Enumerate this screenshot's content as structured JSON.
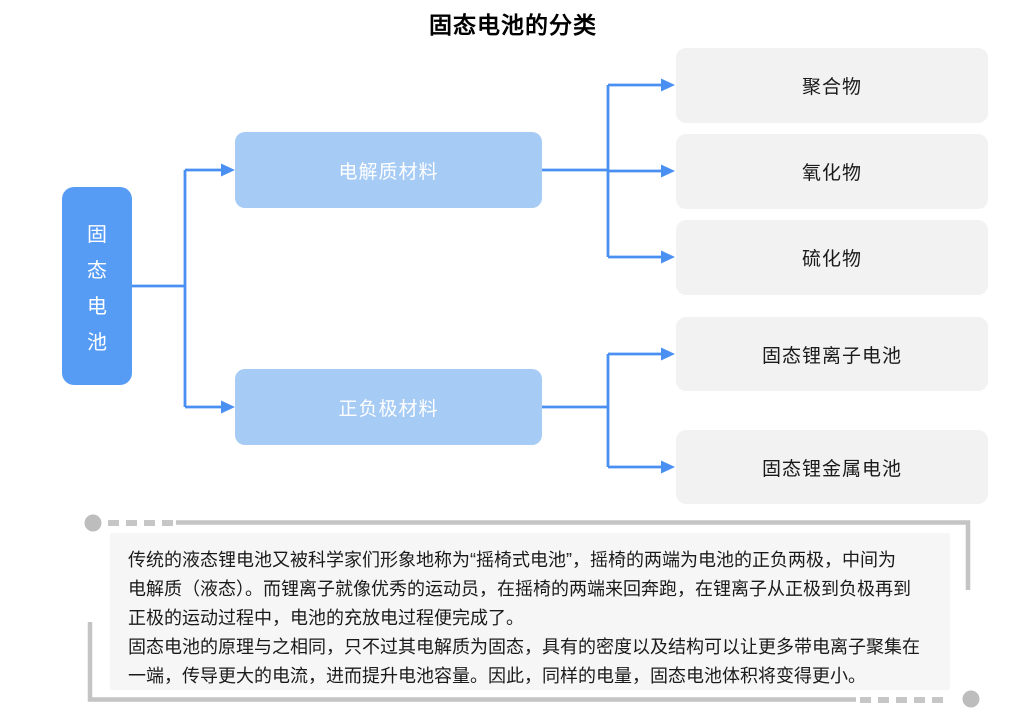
{
  "title": "固态电池的分类",
  "colors": {
    "root_node": "#579CF4",
    "branch_node": "#A6CBF4",
    "leaf_node": "#F2F2F2",
    "connector": "#4A90F2",
    "note_background": "#F6F6F6",
    "decoration": "#C4C4C4",
    "title_text": "#000000"
  },
  "diagram": {
    "root": {
      "label": "固态电池",
      "chars": [
        "固",
        "态",
        "电",
        "池"
      ]
    },
    "branches": [
      {
        "label": "电解质材料"
      },
      {
        "label": "正负极材料"
      }
    ],
    "leaves": [
      {
        "label": "聚合物"
      },
      {
        "label": "氧化物"
      },
      {
        "label": "硫化物"
      },
      {
        "label": "固态锂离子电池"
      },
      {
        "label": "固态锂金属电池"
      }
    ]
  },
  "note": {
    "lines": [
      "传统的液态锂电池又被科学家们形象地称为“摇椅式电池”，摇椅的两端为电池的正负两极，中间为",
      "电解质（液态）。而锂离子就像优秀的运动员，在摇椅的两端来回奔跑，在锂离子从正极到负极再到",
      "正极的运动过程中，电池的充放电过程便完成了。",
      "固态电池的原理与之相同，只不过其电解质为固态，具有的密度以及结构可以让更多带电离子聚集在",
      "一端，传导更大的电流，进而提升电池容量。因此，同样的电量，固态电池体积将变得更小。"
    ]
  }
}
